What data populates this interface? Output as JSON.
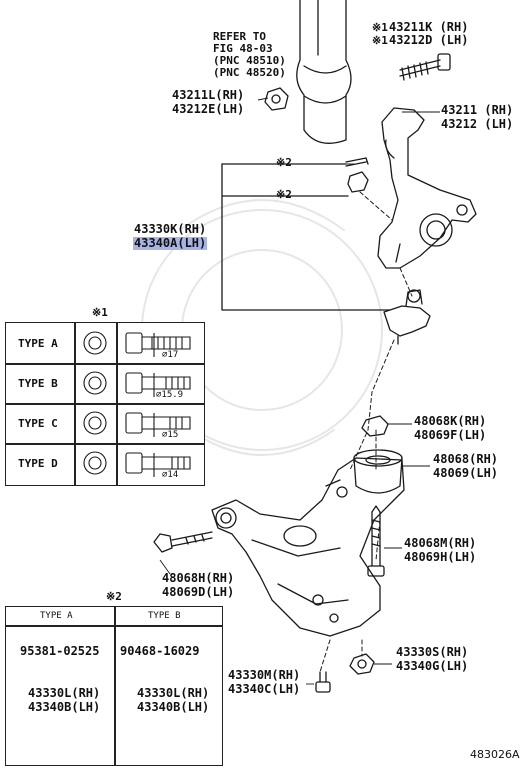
{
  "labels": {
    "refer": [
      "REFER TO",
      "FIG 48-03",
      "(PNC 48510)",
      "(PNC 48520)"
    ],
    "bolt_top": {
      "mark": "※1",
      "rh": "43211K (RH)",
      "lh": "43212D (LH)"
    },
    "nut_top": {
      "rh": "43211L(RH)",
      "lh": "43212E(LH)"
    },
    "knuckle": {
      "rh": "43211 (RH)",
      "lh": "43212 (LH)"
    },
    "ref_mark_1": "※2",
    "ref_mark_2": "※2",
    "ball_joint": {
      "rh": "43330K(RH)",
      "lh": "43340A(LH)"
    },
    "nut_48068k": {
      "rh": "48068K(RH)",
      "lh": "48069F(LH)"
    },
    "bushing": {
      "rh": "48068(RH)",
      "lh": "48069(LH)"
    },
    "bolt_48068m": {
      "rh": "48068M(RH)",
      "lh": "48069H(LH)"
    },
    "bolt_48068h": {
      "rh": "48068H(RH)",
      "lh": "48069D(LH)"
    },
    "nut_43330s": {
      "rh": "43330S(RH)",
      "lh": "43340G(LH)"
    },
    "bolt_43330m": {
      "rh": "43330M(RH)",
      "lh": "43340C(LH)"
    },
    "figure_number": "483026A"
  },
  "table1": {
    "mark": "※1",
    "rows": [
      {
        "type": "TYPE A",
        "dim": "⌀17"
      },
      {
        "type": "TYPE B",
        "dim": "⌀15.9"
      },
      {
        "type": "TYPE C",
        "dim": "⌀15"
      },
      {
        "type": "TYPE D",
        "dim": "⌀14"
      }
    ]
  },
  "table2": {
    "mark": "※2",
    "col_a": {
      "header": "TYPE A",
      "part1": "95381-02525",
      "part2_rh": "43330L(RH)",
      "part2_lh": "43340B(LH)"
    },
    "col_b": {
      "header": "TYPE B",
      "part1": "90468-16029",
      "part2_rh": "43330L(RH)",
      "part2_lh": "43340B(LH)"
    }
  }
}
